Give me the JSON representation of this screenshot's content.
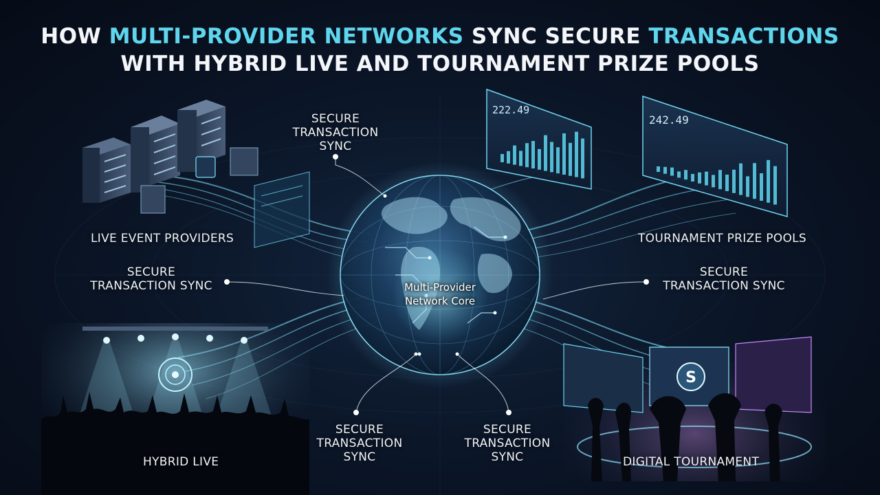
{
  "title": {
    "line1": [
      {
        "text": "How ",
        "accent": false
      },
      {
        "text": "Multi-Provider Networks",
        "accent": true
      },
      {
        "text": " Sync Secure ",
        "accent": false
      },
      {
        "text": "Transactions",
        "accent": true
      }
    ],
    "line2": "With Hybrid Live and Tournament Prize Pools"
  },
  "core": {
    "label_line1": "Multi-Provider",
    "label_line2": "Network Core"
  },
  "nodes": {
    "live_event_providers": "LIVE EVENT PROVIDERS",
    "tournament_prize_pools": "TOURNAMENT PRIZE POOLS",
    "hybrid_live": "HYBRID LIVE",
    "digital_tournament": "DIGITAL TOURNAMENT"
  },
  "sync_labels": {
    "top": [
      "SECURE",
      "TRANSACTION",
      "SYNC"
    ],
    "left": [
      "SECURE",
      "TRANSACTION SYNC"
    ],
    "right": [
      "SECURE",
      "TRANSACTION SYNC"
    ],
    "bottom_left": [
      "SECURE",
      "TRANSACTION",
      "SYNC"
    ],
    "bottom_right": [
      "SECURE",
      "TRANSACTION",
      "SYNC"
    ]
  },
  "dashboards": {
    "left_value": "222.49",
    "right_value": "242.49"
  },
  "colors": {
    "accent": "#5fd6ee",
    "background": "#0b1628",
    "glow": "#7fe3ff",
    "text": "#f1f4f8"
  }
}
